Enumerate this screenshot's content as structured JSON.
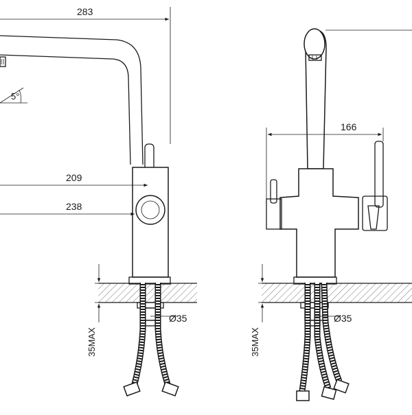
{
  "side_view": {
    "dim_overall_width": "283",
    "dim_spout_reach": "209",
    "dim_spout_length": "238",
    "dim_swivel_angle": "5°",
    "dim_hole_diameter": "Ø35",
    "dim_countertop_max": "35MAX"
  },
  "front_view": {
    "dim_handle_span": "166",
    "dim_hole_diameter": "Ø35",
    "dim_countertop_max": "35MAX"
  },
  "colors": {
    "line": "#1a1a1a",
    "background": "#ffffff"
  }
}
